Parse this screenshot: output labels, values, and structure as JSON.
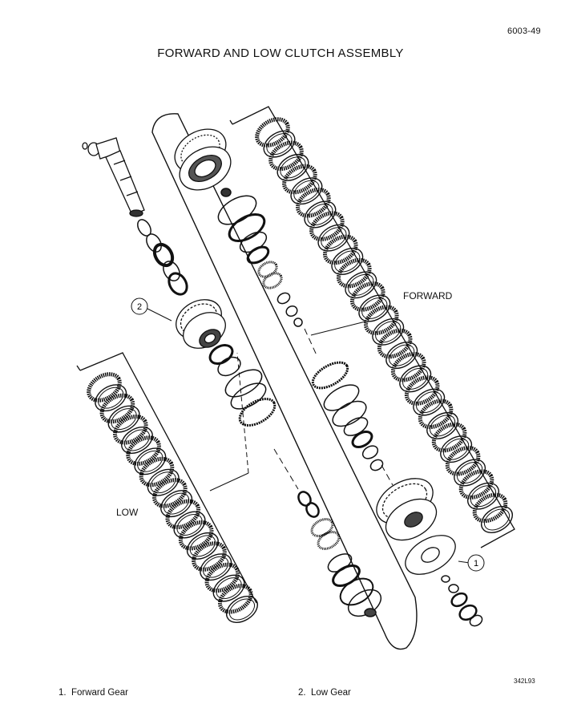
{
  "page_number": "6003-49",
  "title": "FORWARD AND LOW CLUTCH ASSEMBLY",
  "labels": {
    "forward": "FORWARD",
    "low": "LOW"
  },
  "callouts": [
    "1",
    "2"
  ],
  "reference_code": "342L93",
  "captions": [
    {
      "number": "1.",
      "text": "Forward Gear"
    },
    {
      "number": "2.",
      "text": "Low Gear"
    }
  ]
}
